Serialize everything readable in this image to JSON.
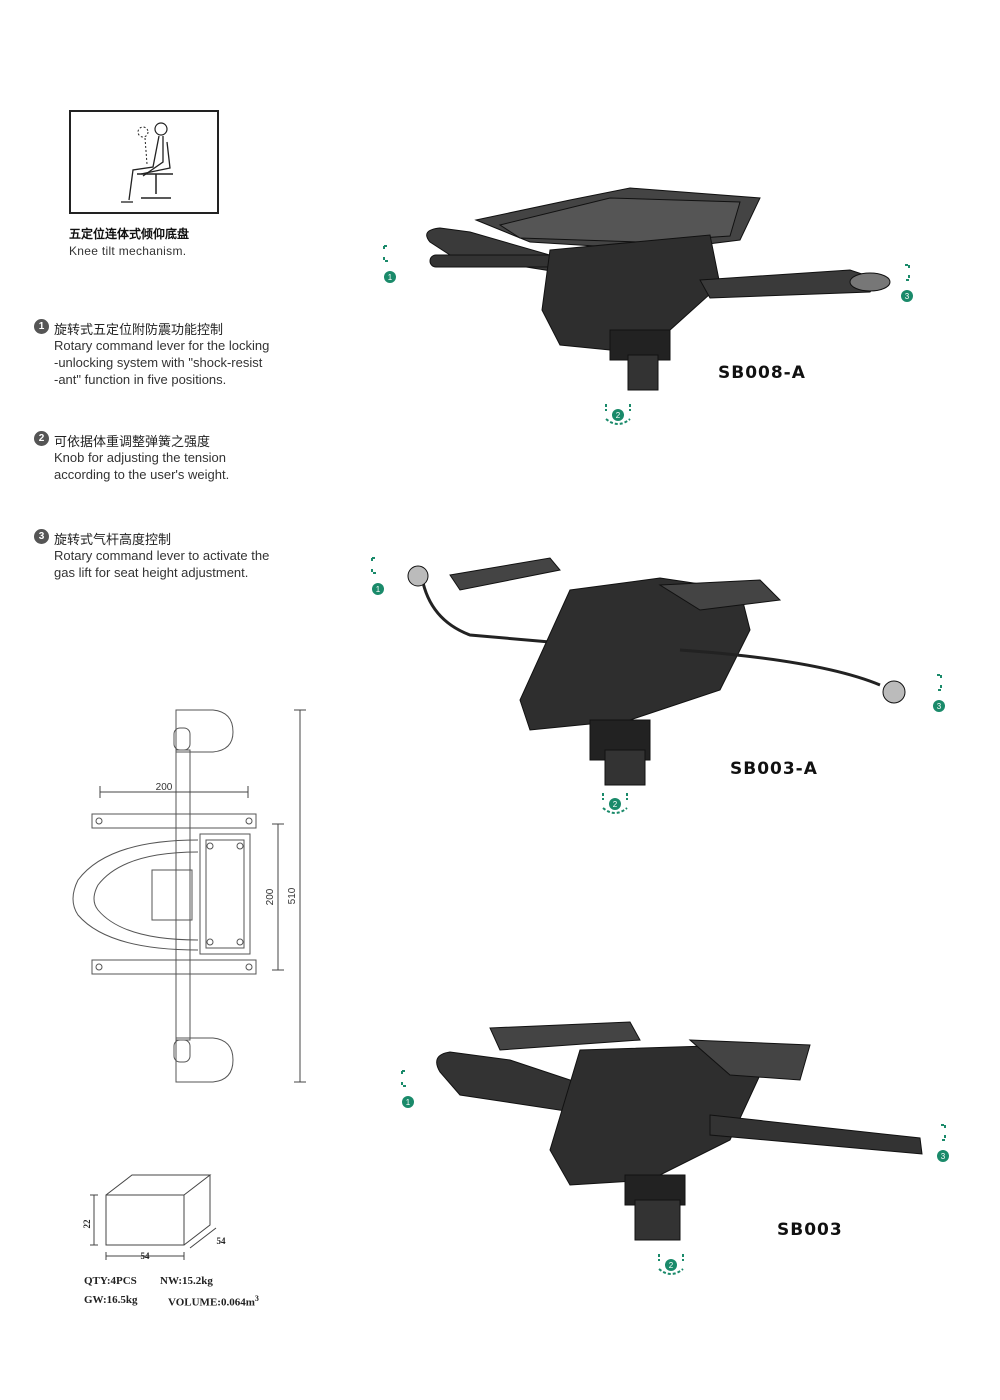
{
  "header": {
    "title_cn": "五定位连体式倾仰底盘",
    "title_en": "Knee tilt mechanism."
  },
  "features": [
    {
      "num": "1",
      "cn": "旋转式五定位附防震功能控制",
      "en": "Rotary command lever for the locking\n-unlocking system with \"shock-resist\n-ant\" function in five positions."
    },
    {
      "num": "2",
      "cn": "可依据体重调整弹簧之强度",
      "en": "Knob for adjusting the tension\naccording to the user's weight."
    },
    {
      "num": "3",
      "cn": "旋转式气杆高度控制",
      "en": "Rotary command lever to activate the\ngas lift for seat height adjustment."
    }
  ],
  "models": [
    {
      "code": "SB008-A"
    },
    {
      "code": "SB003-A"
    },
    {
      "code": "SB003"
    }
  ],
  "markers": {
    "m1": "1",
    "m2": "2",
    "m3": "3"
  },
  "drawing": {
    "dim_width": "200",
    "dim_height": "200",
    "dim_total": "510"
  },
  "carton": {
    "h": "22",
    "w": "54",
    "d": "54",
    "qty": "QTY:4PCS",
    "nw": "NW:15.2kg",
    "gw": "GW:16.5kg",
    "volume": "VOLUME:0.064m",
    "volume_sup": "3"
  },
  "colors": {
    "accent": "#1a8a6a",
    "mechanism": "#2b2b2b"
  }
}
